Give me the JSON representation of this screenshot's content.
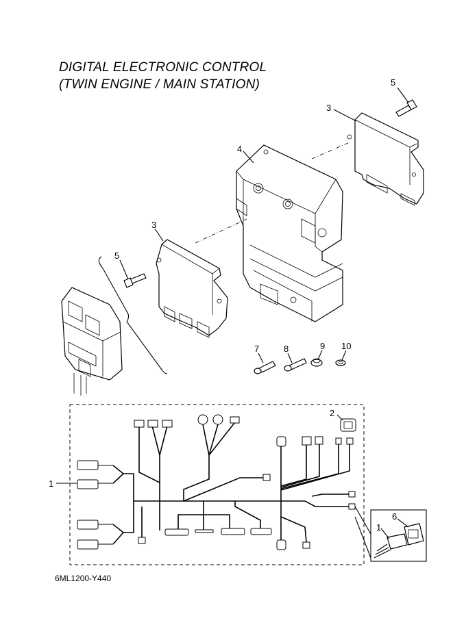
{
  "title": {
    "line1": "DIGITAL ELECTRONIC CONTROL",
    "line2": "(TWIN ENGINE / MAIN STATION)"
  },
  "diagram_code": "6ML1200-Y440",
  "callouts": {
    "c1a": "1",
    "c1b": "1",
    "c2": "2",
    "c3a": "3",
    "c3b": "3",
    "c4": "4",
    "c5a": "5",
    "c5b": "5",
    "c6": "6",
    "c7": "7",
    "c8": "8",
    "c9": "9",
    "c10": "10"
  }
}
